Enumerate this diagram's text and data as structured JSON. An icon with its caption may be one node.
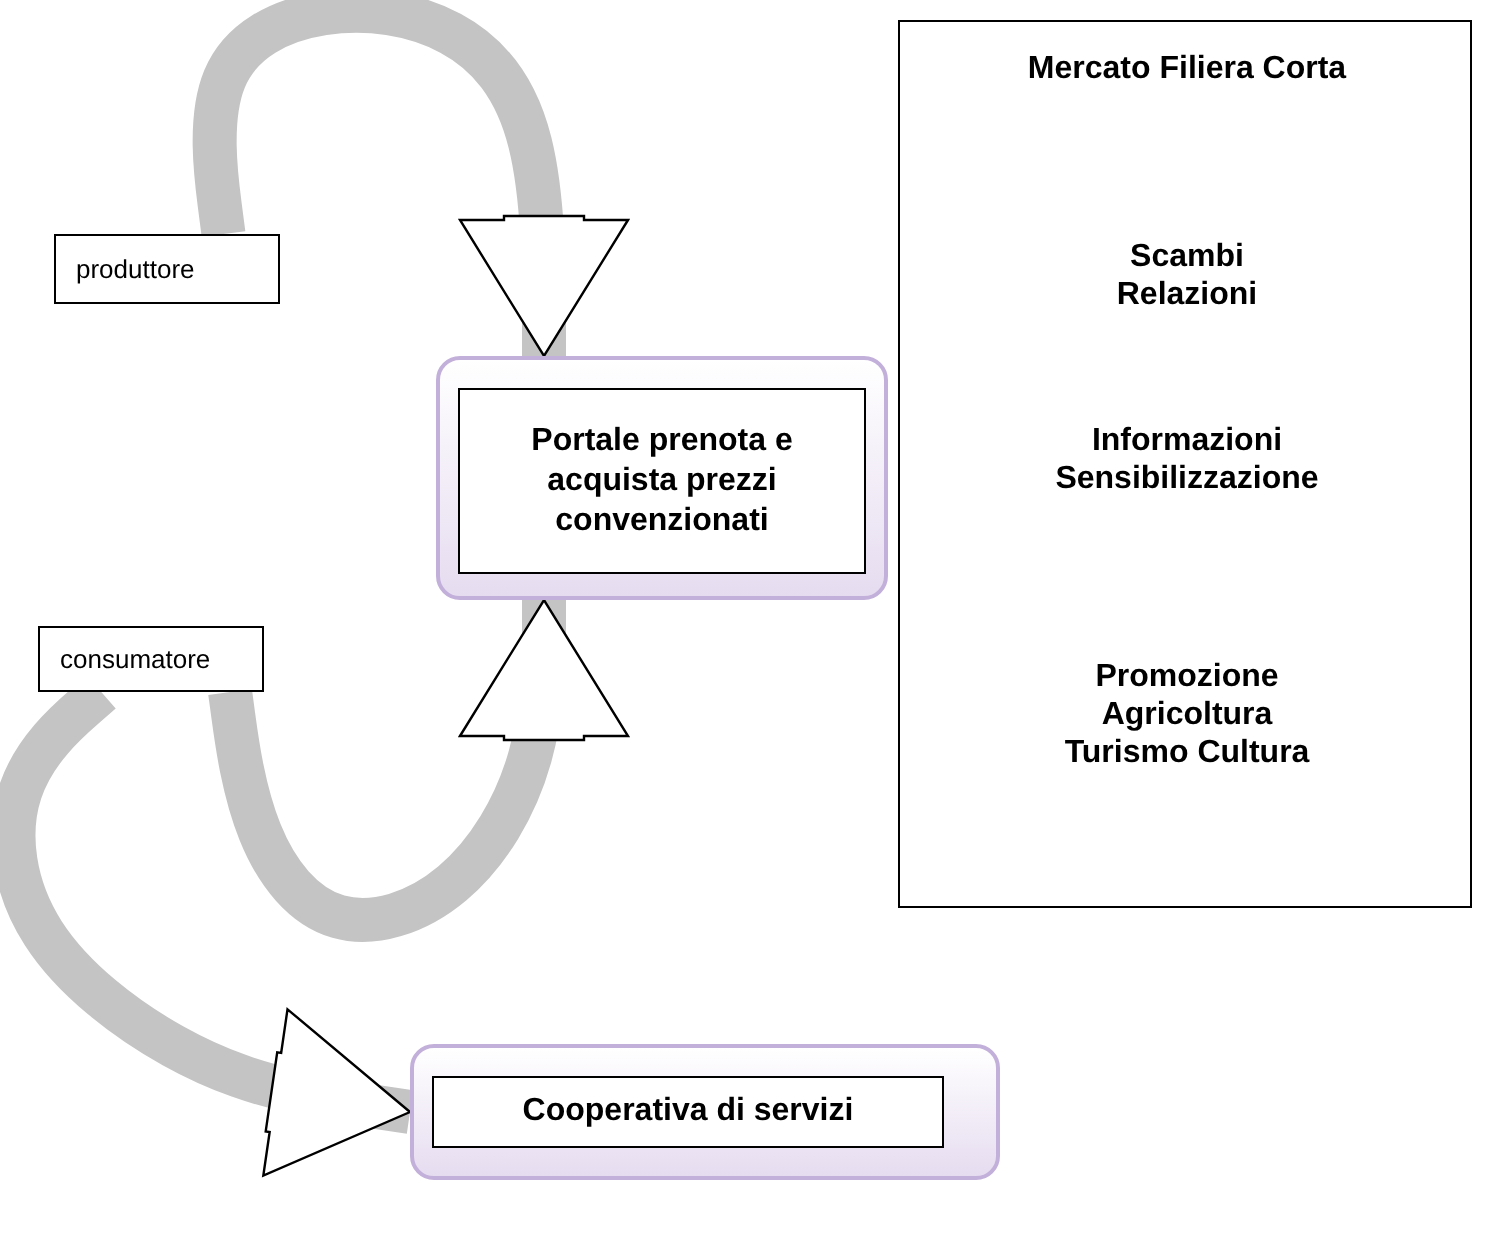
{
  "diagram": {
    "nodes": [
      {
        "text": [
          "produttore"
        ]
      },
      {
        "text": [
          "Portale prenota e acquista prezzi convenzionati"
        ]
      },
      {
        "text": [
          "Mercato Filiera Corta",
          "Scambi Relazioni",
          "Informazioni Sensibilizzazione",
          "Promozione Agricoltura Turismo Cultura"
        ]
      },
      {
        "text": [
          "consumatore"
        ]
      },
      {
        "text": [
          "Cooperativa di servizi"
        ]
      }
    ],
    "edges": [
      {
        "from": 0,
        "to": 1,
        "arrow": "to"
      },
      {
        "from": 3,
        "to": 1,
        "arrow": "to"
      },
      {
        "from": 3,
        "to": 4,
        "arrow": "to"
      }
    ]
  }
}
